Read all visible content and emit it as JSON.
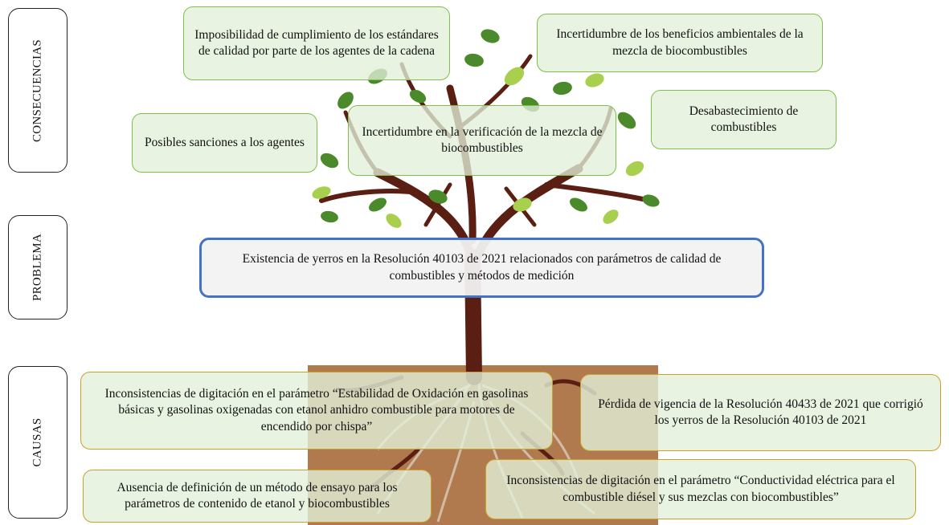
{
  "side_labels": {
    "consequences": "CONSECUENCIAS",
    "problem": "PROBLEMA",
    "causes": "CAUSAS"
  },
  "consequences": [
    "Imposibilidad de cumplimiento de los estándares de calidad por parte de los agentes de la cadena",
    "Incertidumbre de los beneficios ambientales de la mezcla de biocombustibles",
    "Posibles sanciones a los agentes",
    "Incertidumbre en la verificación de la mezcla de biocombustibles",
    "Desabastecimiento de combustibles"
  ],
  "problem": "Existencia de yerros en la Resolución 40103 de 2021 relacionados con parámetros de calidad de combustibles y métodos de medición",
  "causes": [
    "Inconsistencias de digitación en el parámetro “Estabilidad de Oxidación en gasolinas básicas y gasolinas oxigenadas con etanol anhidro combustible para motores de encendido por chispa”",
    "Pérdida de vigencia de la Resolución 40433 de 2021 que corrigió los yerros de la Resolución 40103 de 2021",
    "Ausencia de definición de un método de ensayo para los parámetros de contenido de etanol y biocombustibles",
    "Inconsistencias de digitación en el parámetro “Conductividad eléctrica para el combustible diésel y sus mezclas con biocombustibles”"
  ],
  "colors": {
    "trunk": "#5a1e12",
    "soil": "#b07a4e",
    "leaf_dark": "#4a8a2a",
    "leaf_light": "#a9cf4f",
    "box_fill": "#e2f0d9",
    "box_border_green": "#7fbf4a",
    "box_border_yellow": "#c9a12a",
    "problem_border": "#4472c4"
  }
}
